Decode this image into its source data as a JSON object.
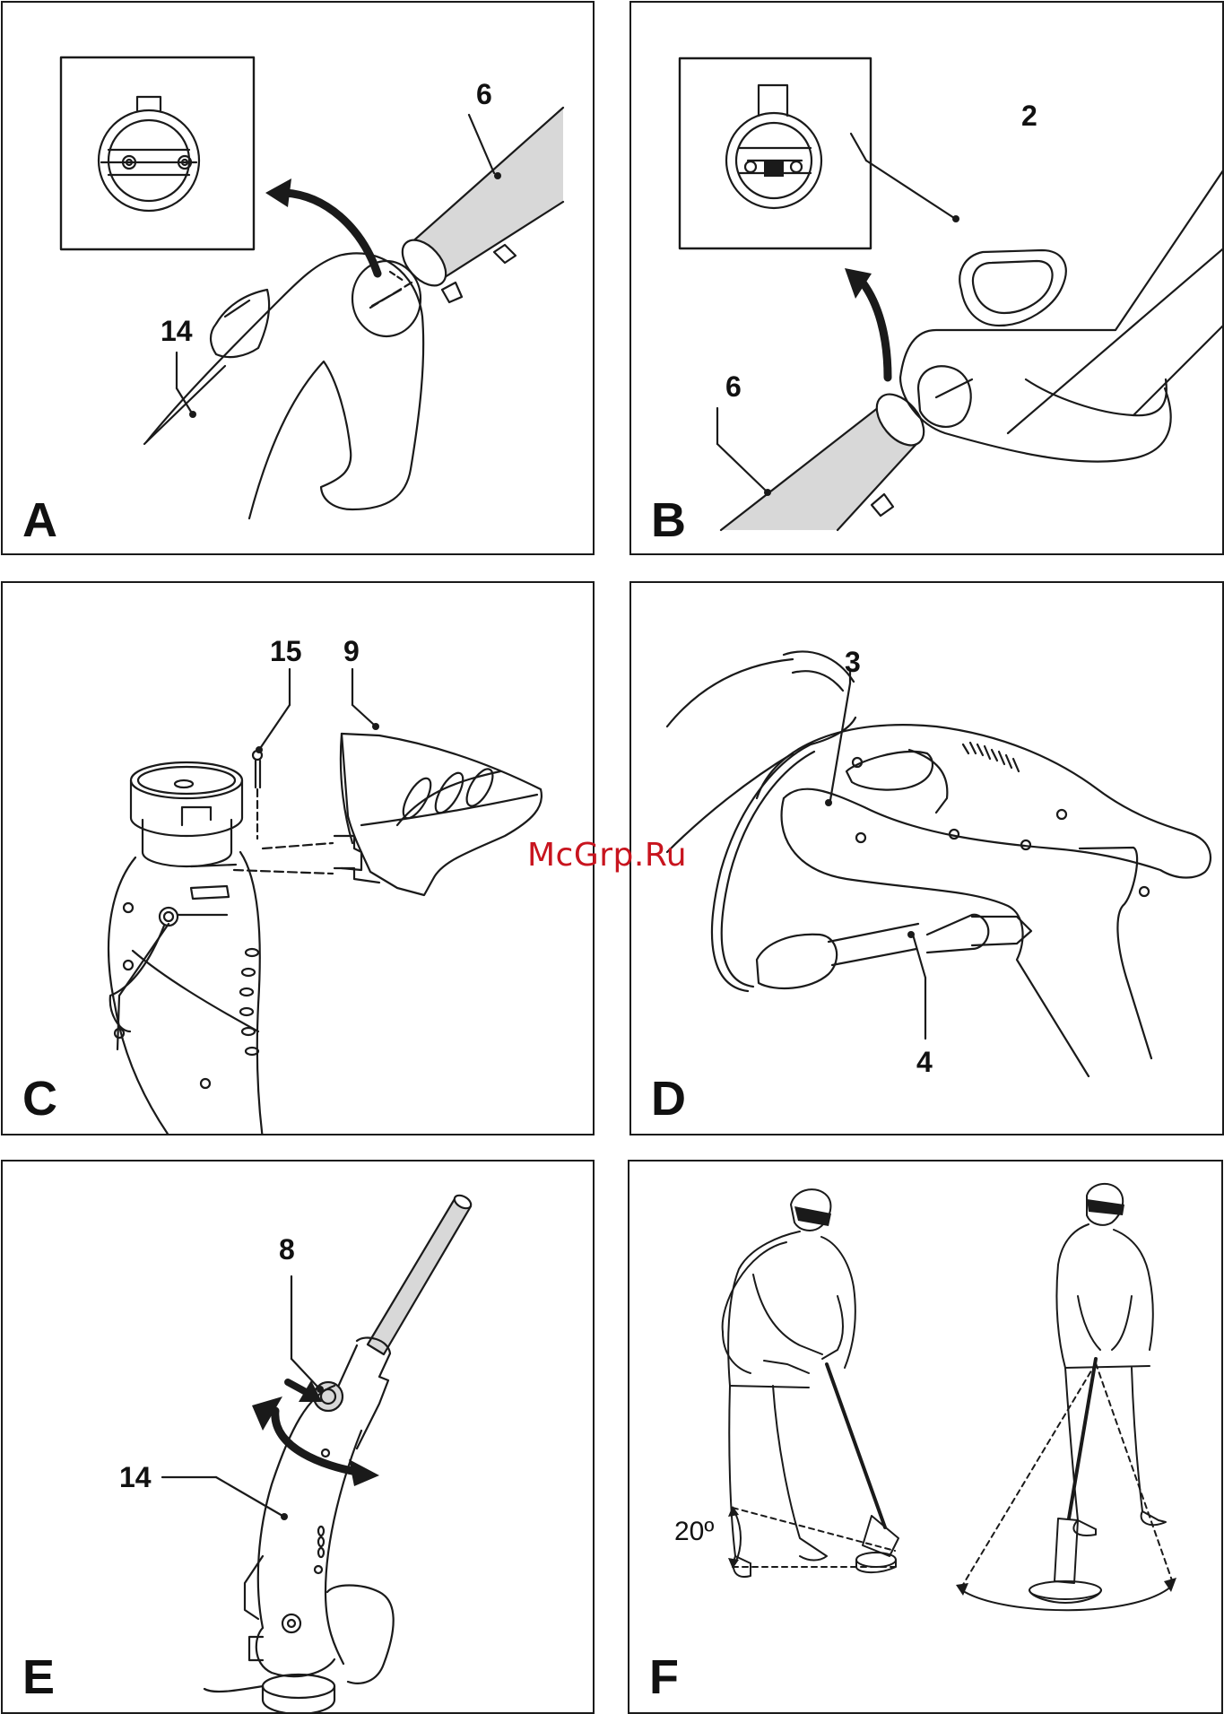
{
  "colors": {
    "line": "#1a1a1a",
    "fill_grey": "#d8d8d8",
    "watermark": "#c8141e"
  },
  "watermark": "McGrp.Ru",
  "panels": {
    "A": {
      "letter": "A",
      "callouts": {
        "c6": "6",
        "c14": "14"
      }
    },
    "B": {
      "letter": "B",
      "callouts": {
        "c2": "2",
        "c6": "6"
      }
    },
    "C": {
      "letter": "C",
      "callouts": {
        "c15": "15",
        "c9": "9"
      }
    },
    "D": {
      "letter": "D",
      "callouts": {
        "c3": "3",
        "c4": "4"
      }
    },
    "E": {
      "letter": "E",
      "callouts": {
        "c8": "8",
        "c14": "14"
      }
    },
    "F": {
      "letter": "F",
      "angle": "20º"
    }
  }
}
